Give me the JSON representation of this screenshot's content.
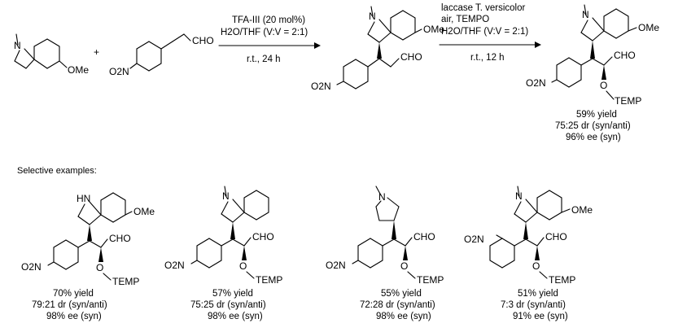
{
  "reaction": {
    "plus": "+",
    "step1": {
      "catalyst": "TFA-III (20 mol%)",
      "solvent": "H2O/THF (V:V = 2:1)",
      "conditions": "r.t., 24 h"
    },
    "step2": {
      "enzyme": "laccase T. versicolor",
      "reagents": "air, TEMPO",
      "solvent": "H2O/THF (V:V = 2:1)",
      "conditions": "r.t., 12 h"
    },
    "product_result": {
      "yield": "59% yield",
      "dr": "75:25 dr (syn/anti)",
      "ee": "96% ee (syn)"
    }
  },
  "labels": {
    "ome": "OMe",
    "cho": "CHO",
    "o2n": "O2N",
    "o": "O",
    "temp": "TEMP",
    "hn": "HN",
    "n": "N"
  },
  "examples_title": "Selective examples:",
  "examples": [
    {
      "yield": "70% yield",
      "dr": "79:21 dr (syn/anti)",
      "ee": "98% ee (syn)"
    },
    {
      "yield": "57% yield",
      "dr": "75:25 dr (syn/anti)",
      "ee": "98% ee (syn)"
    },
    {
      "yield": "55% yield",
      "dr": "72:28 dr (syn/anti)",
      "ee": "98% ee (syn)"
    },
    {
      "yield": "51% yield",
      "dr": "7:3 dr (syn/anti)",
      "ee": "91% ee (syn)"
    }
  ]
}
